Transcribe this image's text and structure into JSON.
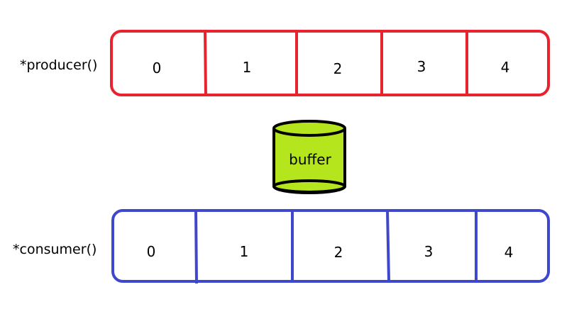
{
  "producer": {
    "label": "*producer()",
    "cells": [
      "0",
      "1",
      "2",
      "3",
      "4"
    ],
    "color": "#e8222e"
  },
  "buffer": {
    "label": "buffer",
    "color": "#b5e61d"
  },
  "consumer": {
    "label": "*consumer()",
    "cells": [
      "0",
      "1",
      "2",
      "3",
      "4"
    ],
    "color": "#3f48cc"
  }
}
